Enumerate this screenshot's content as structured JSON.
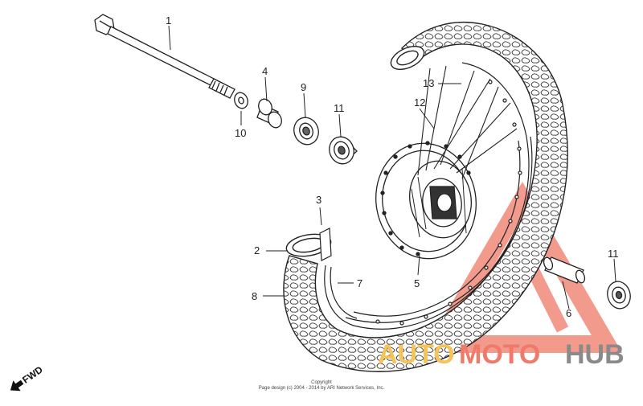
{
  "callouts": [
    "1",
    "2",
    "3",
    "4",
    "5",
    "6",
    "7",
    "8",
    "9",
    "10",
    "11",
    "11",
    "12",
    "13"
  ],
  "fwd_label": "FWD",
  "copyright": {
    "line1": "Copyright",
    "line2": "Page design (c) 2004 - 2014 by ARI Network Services, Inc."
  },
  "watermark": {
    "part1": "AUTO",
    "part2": "MOTO",
    "part3": "HUB",
    "colors": {
      "auto": "#f5c35a",
      "moto": "#f07a6a",
      "hub": "#8a8a8a",
      "triangle": "#f08a7a"
    }
  },
  "colors": {
    "line": "#222222"
  }
}
